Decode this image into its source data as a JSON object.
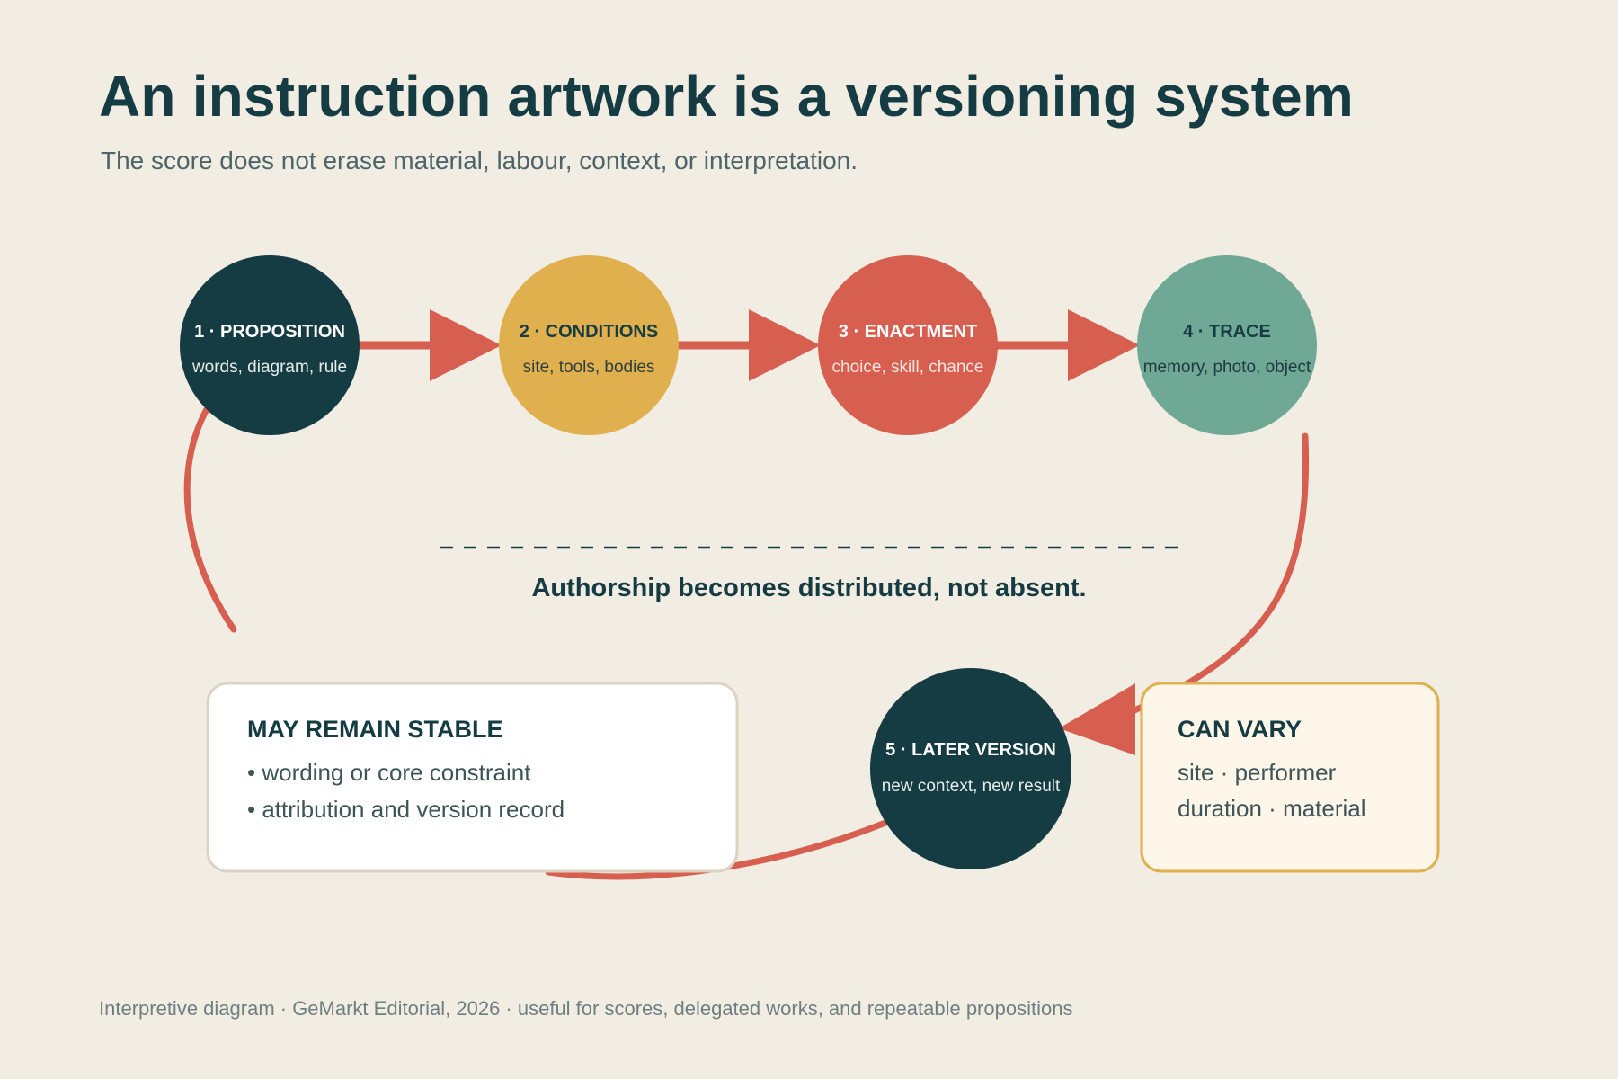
{
  "header": {
    "title": "An instruction artwork is a versioning system",
    "subtitle": "The score does not erase material, labour, context, or interpretation."
  },
  "colors": {
    "background": "#f2ede3",
    "dark_teal": "#153c43",
    "mustard": "#e0b04f",
    "coral": "#d65f50",
    "sage": "#6fa895",
    "arrow": "#d65f50"
  },
  "nodes": [
    {
      "id": "proposition",
      "label": "1 · PROPOSITION",
      "sublabel": "words, diagram, rule"
    },
    {
      "id": "conditions",
      "label": "2 · CONDITIONS",
      "sublabel": "site, tools, bodies"
    },
    {
      "id": "enactment",
      "label": "3 · ENACTMENT",
      "sublabel": "choice, skill, chance"
    },
    {
      "id": "trace",
      "label": "4 · TRACE",
      "sublabel": "memory, photo, object"
    },
    {
      "id": "later-version",
      "label": "5 · LATER VERSION",
      "sublabel": "new context, new result"
    }
  ],
  "center_note": "Authorship becomes distributed, not absent.",
  "stable_box": {
    "title": "MAY REMAIN STABLE",
    "items": [
      "• wording or core constraint",
      "• attribution and version record"
    ]
  },
  "vary_box": {
    "title": "CAN VARY",
    "items": [
      "site · performer",
      "duration · material"
    ]
  },
  "footer": "Interpretive diagram · GeMarkt Editorial, 2026 · useful for scores, delegated works, and repeatable propositions"
}
